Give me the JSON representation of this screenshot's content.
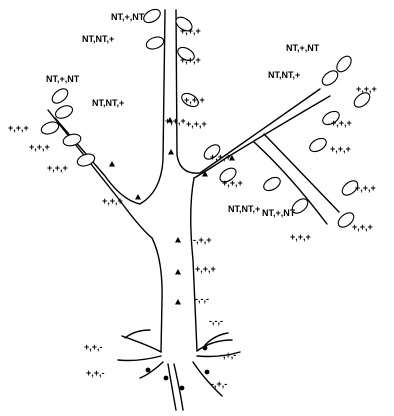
{
  "labels": [
    "NT,+,NT",
    "NT,NT,+",
    "+,+,+",
    "+,+,+",
    "+,+,+",
    "+,+,+",
    "NT,+,NT",
    "NT,NT,+",
    "NT,+,NT",
    "NT,NT,+",
    "+,+,+",
    "+,+,+",
    "+,+,+",
    "+,+,+",
    "+,+,+",
    "+,+,+",
    "+,+,+",
    "+,+,+",
    "+,+,+",
    "+,+,+",
    "NT,NT,+",
    "NT,+,NT",
    "+,+,+",
    "+,+,+",
    "+,+,+",
    "-,+,+",
    "+,+,+",
    "-,-,-",
    "-,-,-",
    "-,+,-",
    "+,+,-",
    "+,+,-",
    "-,+,-"
  ]
}
